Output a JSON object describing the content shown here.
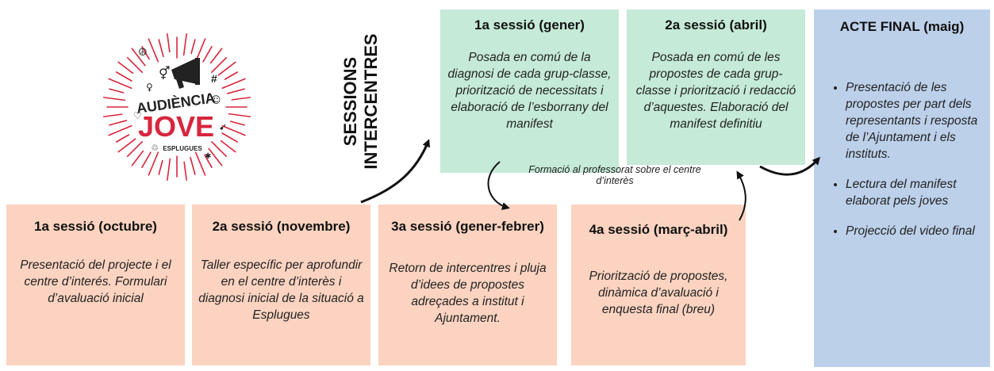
{
  "logo": {
    "line1": "AUDIÈNCIA",
    "line2": "JOVE",
    "line3": "ESPLUGUES",
    "hash": "#",
    "colors": {
      "red": "#d7263d",
      "dark": "#222222"
    }
  },
  "vertical_label": {
    "line1": "SESSIONS",
    "line2": "INTERCENTRES"
  },
  "intercentres": [
    {
      "title": "1a sessió (gener)",
      "text": "Posada en comú de la diagnosi de cada grup-classe, priorització de necessitats i elaboració de l’esborrany del manifest"
    },
    {
      "title": "2a sessió (abril)",
      "text": "Posada en comú de les propostes de cada grup-classe i priorització i redacció d’aquestes. Elaboració del manifest definitiu"
    }
  ],
  "training_note": "Formació al professorat sobre el centre d’interès",
  "sessions": [
    {
      "title": "1a sessió (octubre)",
      "text": "Presentació del projecte i el centre d’interés. Formulari d’avaluació inicial"
    },
    {
      "title": "2a sessió (novembre)",
      "text": "Taller específic per aprofundir en el centre d’interès i diagnosi inicial de la situació a Esplugues"
    },
    {
      "title": "3a sessió (gener-febrer)",
      "text": "Retorn de intercentres i pluja d’idees de propostes adreçades a institut i Ajuntament."
    },
    {
      "title": "4a sessió (març-abril)",
      "text": "Priorització de propostes, dinàmica d’avaluació i enquesta final (breu)"
    }
  ],
  "final_act": {
    "title": "ACTE FINAL (maig)",
    "items": [
      "Presentació de les propostes per part dels representants i resposta de l’Ajuntament i els instituts.",
      "Lectura del manifest elaborat pels joves",
      "Projecció del video final"
    ]
  },
  "colors": {
    "session": "#fbd3c0",
    "intercentre": "#c5ead7",
    "final": "#bcd0ea"
  }
}
